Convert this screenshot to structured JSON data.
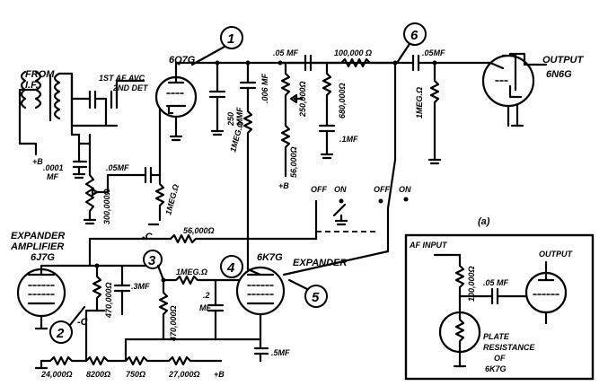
{
  "labels": {
    "from": "FROM",
    "if": "I.F.",
    "plus_b_in": "+B",
    "cap_0001": ".0001",
    "cap_0001_unit": "MF",
    "tube1_type": "6Q7G",
    "tube1_role": "1ST AF AVC",
    "tube1_role2": "2ND DET",
    "cap_05_grid": ".05MF",
    "pot_300k": "300,000Ω",
    "r_1meg_grid": "1MEG.Ω",
    "minus_c_1": "-C",
    "cap_250": "250",
    "cap_250_unit": "MMF",
    "cap_006": ".006 MF",
    "r_1meg_plate": "1MEG.Ω",
    "cap_05_coupling": ".05 MF",
    "r_100k": "100,000 Ω",
    "r_250k": "250,000Ω",
    "r_56k_b": "56,000Ω",
    "plus_b_mid": "+B",
    "r_680k": "680,000Ω",
    "cap_1mf": ".1MF",
    "cap_05_output": ".05MF",
    "r_1meg_output": "1MEG.Ω",
    "output_tube": "OUTPUT",
    "output_type": "6N6G",
    "sw_off_1": "OFF",
    "sw_on_1": "ON",
    "sw_off_2": "OFF",
    "sw_on_2": "ON",
    "expander_amp": "EXPANDER",
    "expander_amp2": "AMPLIFIER",
    "expander_type": "6J7G",
    "r_56k": "56,000Ω",
    "r_470k": "470,000Ω",
    "minus_c_2": "-C",
    "cap_3mf": ".3MF",
    "r_1meg_mid": "1MEG.Ω",
    "r_470k_b": "470,000Ω",
    "cap_2mf": ".2",
    "cap_2mf_unit": "MF",
    "tube_6k7g": "6K7G",
    "expander": "EXPANDER",
    "cap_5mf": ".5MF",
    "r_24k": "24,000Ω",
    "r_8200": "8200Ω",
    "r_750": "750Ω",
    "r_27k": "27,000Ω",
    "plus_b_bottom": "+B",
    "inset_tag": "(a)",
    "inset_af_input": "AF INPUT",
    "inset_r_100k": "100,000Ω",
    "inset_cap": ".05 MF",
    "inset_output": "OUTPUT",
    "inset_plate": "PLATE",
    "inset_resistance": "RESISTANCE",
    "inset_of": "OF",
    "inset_6k7g": "6K7G"
  },
  "callouts": [
    "1",
    "2",
    "3",
    "4",
    "5",
    "6"
  ]
}
